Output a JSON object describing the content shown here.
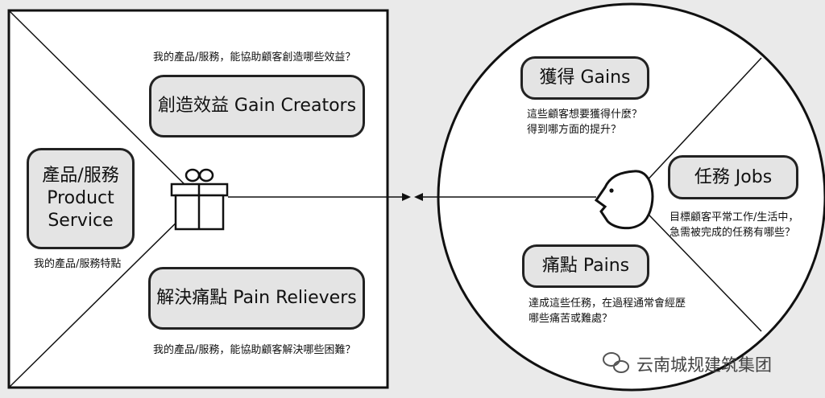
{
  "value_map": {
    "product_service": {
      "label_line1": "產品/服務",
      "label_line2": "Product",
      "label_line3": "Service"
    },
    "product_service_note": "我的產品/服務特點",
    "gain_creators": {
      "question": "我的產品/服務，能協助顧客創造哪些效益？",
      "label": "創造效益 Gain Creators"
    },
    "pain_relievers": {
      "label": "解決痛點 Pain Relievers",
      "question": "我的產品/服務，能協助顧客解決哪些困難？"
    }
  },
  "customer_profile": {
    "gains": {
      "label": "獲得 Gains",
      "question_line1": "這些顧客想要獲得什麼？",
      "question_line2": "得到哪方面的提升？"
    },
    "jobs": {
      "label": "任務 Jobs",
      "question_line1": "目標顧客平常工作/生活中，",
      "question_line2": "急需被完成的任務有哪些？"
    },
    "pains": {
      "label": "痛點 Pains",
      "question_line1": "達成這些任務，在過程通常會經歷",
      "question_line2": "哪些痛苦或難處？"
    }
  },
  "watermark": {
    "text": "云南城规建筑集团",
    "icon": "wechat-icon"
  },
  "colors": {
    "background": "#eaeaea",
    "panel": "#ffffff",
    "pill": "#e4e4e4",
    "stroke": "#111111"
  }
}
